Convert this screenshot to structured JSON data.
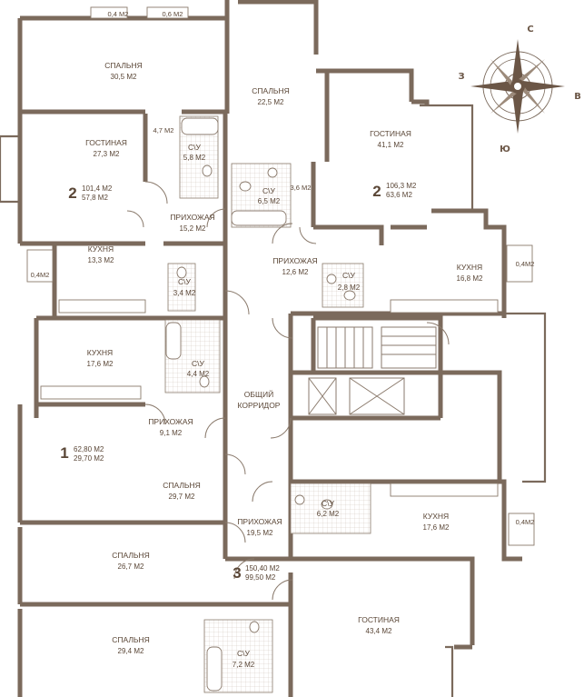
{
  "plan": {
    "compass": {
      "north": "С",
      "east": "В",
      "south": "Ю",
      "west": "З"
    },
    "balconies": [
      {
        "id": "balcony-top-left",
        "area": "0,4 М2"
      },
      {
        "id": "balcony-top-right",
        "area": "0,6 М2"
      },
      {
        "id": "balcony-left",
        "area": "0,4М2"
      },
      {
        "id": "balcony-right-upper",
        "area": "0,4М2"
      },
      {
        "id": "balcony-right-lower",
        "area": "0,4М2"
      }
    ],
    "rooms": {
      "bedroom_a": {
        "name": "СПАЛЬНЯ",
        "area": "30,5 М2"
      },
      "bedroom_b": {
        "name": "СПАЛЬНЯ",
        "area": "22,5 М2"
      },
      "living_a": {
        "name": "ГОСТИНАЯ",
        "area": "27,3 М2"
      },
      "wc_a": {
        "name": "С\\У",
        "area": "5,8 М2"
      },
      "wc_b": {
        "name": "С\\У",
        "area": "6,5 М2"
      },
      "corner_a": {
        "area": "4,7 М2"
      },
      "corner_b": {
        "area": "3,6 М2"
      },
      "living_b": {
        "name": "ГОСТИНАЯ",
        "area": "41,1 М2"
      },
      "hall_a": {
        "name": "ПРИХОЖАЯ",
        "area": "15,2 М2"
      },
      "kitchen_a": {
        "name": "КУХНЯ",
        "area": "13,3 М2"
      },
      "wc_c": {
        "name": "С\\У",
        "area": "3,4 М2"
      },
      "hall_b": {
        "name": "ПРИХОЖАЯ",
        "area": "12,6 М2"
      },
      "wc_d": {
        "name": "С\\У",
        "area": "2,8 М2"
      },
      "kitchen_b": {
        "name": "КУХНЯ",
        "area": "16,8 М2"
      },
      "kitchen_c": {
        "name": "КУХНЯ",
        "area": "17,6 М2"
      },
      "wc_e": {
        "name": "С\\У",
        "area": "4,4 М2"
      },
      "corridor": {
        "name1": "ОБЩИЙ",
        "name2": "КОРРИДОР"
      },
      "hall_c": {
        "name": "ПРИХОЖАЯ",
        "area": "9,1 М2"
      },
      "bedroom_c": {
        "name": "СПАЛЬНЯ",
        "area": "29,7 М2"
      },
      "wc_f": {
        "name": "С\\У",
        "area": "6,2 М2"
      },
      "kitchen_d": {
        "name": "КУХНЯ",
        "area": "17,6 М2"
      },
      "hall_d": {
        "name": "ПРИХОЖАЯ",
        "area": "19,5 М2"
      },
      "bedroom_d": {
        "name": "СПАЛЬНЯ",
        "area": "26,7 М2"
      },
      "bedroom_e": {
        "name": "СПАЛЬНЯ",
        "area": "29,4 М2"
      },
      "living_c": {
        "name": "ГОСТИНАЯ",
        "area": "43,4 М2"
      },
      "wc_g": {
        "name": "С\\У",
        "area": "7,2 М2"
      }
    },
    "apartments": [
      {
        "number": "2",
        "total": "101,4 М2",
        "living": "57,8 М2"
      },
      {
        "number": "2",
        "total": "106,3 М2",
        "living": "63,6 М2"
      },
      {
        "number": "1",
        "total": "62,80 М2",
        "living": "29,70 М2"
      },
      {
        "number": "3",
        "total": "150,40 М2",
        "living": "99,50 М2"
      }
    ]
  }
}
